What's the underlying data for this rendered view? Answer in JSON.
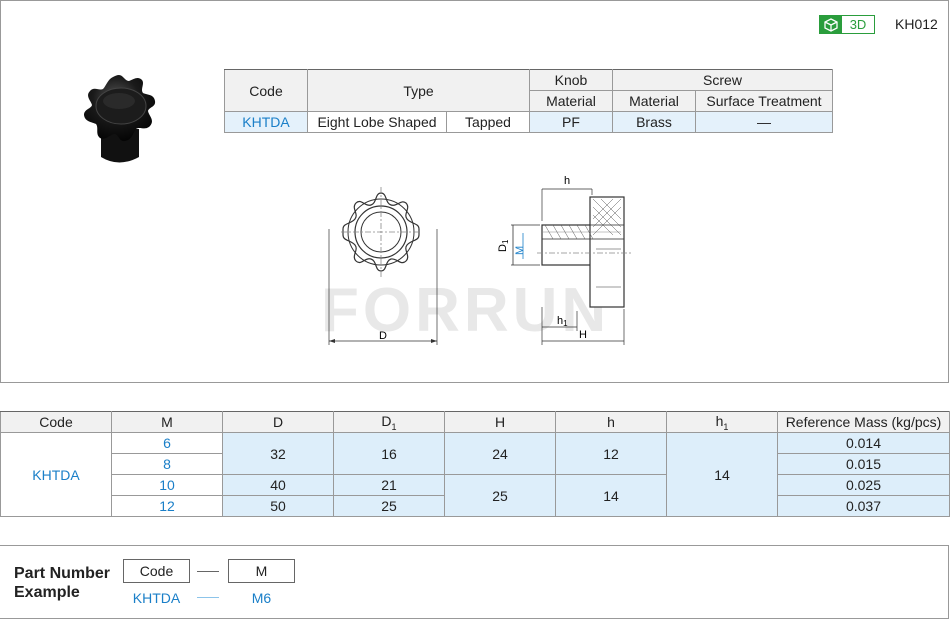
{
  "header": {
    "badge_3d": "3D",
    "product_code": "KH012"
  },
  "spec_table": {
    "headers": {
      "code": "Code",
      "type": "Type",
      "knob": "Knob",
      "screw": "Screw",
      "knob_material": "Material",
      "screw_material": "Material",
      "surface_treatment": "Surface Treatment"
    },
    "row": {
      "code": "KHTDA",
      "type1": "Eight Lobe Shaped",
      "type2": "Tapped",
      "knob_material": "PF",
      "screw_material": "Brass",
      "surface_treatment": "—"
    }
  },
  "drawing": {
    "labels": {
      "D": "D",
      "D1": "D",
      "D1_sub": "1",
      "M": "M",
      "h": "h",
      "h1": "h",
      "h1_sub": "1",
      "H": "H"
    },
    "watermark": "FORRUN"
  },
  "dim_table": {
    "headers": {
      "code": "Code",
      "m": "M",
      "d": "D",
      "d1": "D",
      "d1_sub": "1",
      "h_cap": "H",
      "h": "h",
      "h1": "h",
      "h1_sub": "1",
      "mass": "Reference Mass (kg/pcs)"
    },
    "code": "KHTDA",
    "m_values": [
      "6",
      "8",
      "10",
      "12"
    ],
    "d_values": [
      "32",
      "40",
      "50"
    ],
    "d1_values": [
      "16",
      "21",
      "25"
    ],
    "H_values": [
      "24",
      "25"
    ],
    "h_values": [
      "12",
      "14"
    ],
    "h1_value": "14",
    "mass_values": [
      "0.014",
      "0.015",
      "0.025",
      "0.037"
    ]
  },
  "part_number": {
    "title_line1": "Part Number",
    "title_line2": "Example",
    "box1": "Code",
    "box2": "M",
    "example1": "KHTDA",
    "example2": "M6"
  },
  "colors": {
    "accent_blue": "#1a7fc8",
    "badge_green": "#2a9d3c",
    "cell_blue": "#e4f1fb"
  }
}
